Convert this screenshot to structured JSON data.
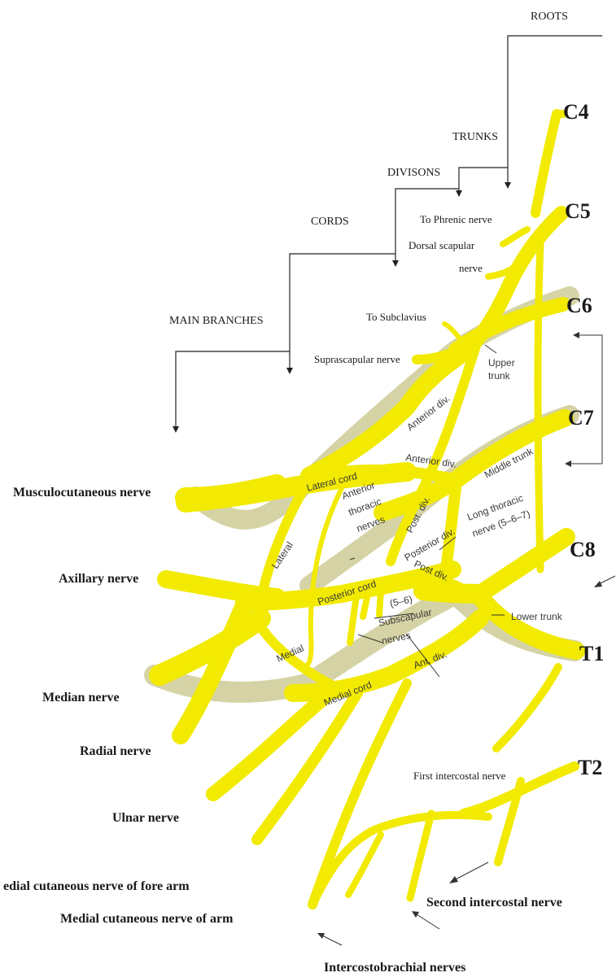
{
  "headers": {
    "roots": "ROOTS",
    "trunks": "TRUNKS",
    "divisions": "DIVISONS",
    "cords": "CORDS",
    "main_branches": "MAIN BRANCHES"
  },
  "roots": {
    "c4": "C4",
    "c5": "C5",
    "c6": "C6",
    "c7": "C7",
    "c8": "C8",
    "t1": "T1",
    "t2": "T2"
  },
  "branches": {
    "musculocutaneous": "Musculocutaneous nerve",
    "axillary": "Axillary nerve",
    "median": "Median nerve",
    "radial": "Radial nerve",
    "ulnar": "Ulnar nerve",
    "med_cut_forearm": "edial cutaneous nerve of fore arm",
    "med_cut_arm": "Medial cutaneous nerve of  arm",
    "intercostobrachial": "Intercostobrachial nerves",
    "second_intercostal": "Second intercostal nerve",
    "first_intercostal": "First intercostal nerve"
  },
  "small_labels": {
    "to_phrenic": "To Phrenic nerve",
    "dorsal_scapular_1": "Dorsal scapular",
    "dorsal_scapular_2": "nerve",
    "to_subclavius": "To Subclavius",
    "suprascapular": "Suprascapular nerve"
  },
  "inner_labels": {
    "upper_trunk_1": "Upper",
    "upper_trunk_2": "trunk",
    "anterior_div_upper": "Anterior div.",
    "anterior_div_middle": "Anterior div.",
    "middle_trunk": "Middle trunk",
    "lateral_cord": "Lateral cord",
    "anterior_thoracic_1": "Anterior",
    "anterior_thoracic_2": "thoracic",
    "anterior_thoracic_3": "nerves",
    "post_div_1": "Post. div.",
    "posterior_div": "Posterior div.",
    "long_thoracic_1": "Long thoracic",
    "long_thoracic_2": "nerve (5–6–7)",
    "lateral": "Lateral",
    "posterior_cord": "Posterior cord",
    "post_div_2": "Post div.",
    "subscapular_1": "(5–6)",
    "subscapular_2": "Subscapular",
    "subscapular_3": "nerves",
    "lower_trunk": "Lower trunk",
    "medial": "Medial",
    "ant_div": "Ant. div.",
    "medial_cord": "Medial cord"
  },
  "colors": {
    "nerve": "#f2ea00",
    "background": "#ffffff"
  }
}
